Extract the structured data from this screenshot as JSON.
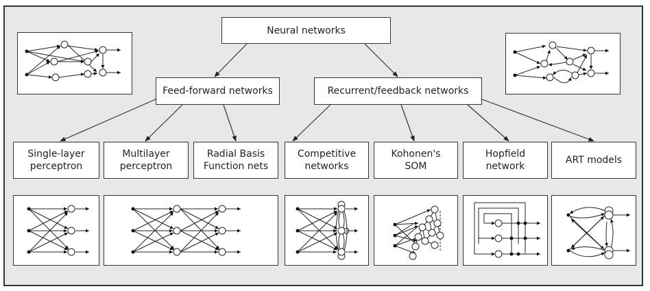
{
  "diagram": {
    "root": {
      "label": "Neural networks"
    },
    "categories": [
      {
        "label": "Feed-forward networks"
      },
      {
        "label": "Recurrent/feedback networks"
      }
    ],
    "leaves": [
      {
        "label": "Single-layer\nperceptron",
        "parent": "Feed-forward networks"
      },
      {
        "label": "Multilayer\nperceptron",
        "parent": "Feed-forward networks"
      },
      {
        "label": "Radial Basis\nFunction nets",
        "parent": "Feed-forward networks"
      },
      {
        "label": "Competitive\nnetworks",
        "parent": "Recurrent/feedback networks"
      },
      {
        "label": "Kohonen's\nSOM",
        "parent": "Recurrent/feedback networks"
      },
      {
        "label": "Hopfield\nnetwork",
        "parent": "Recurrent/feedback networks"
      },
      {
        "label": "ART models",
        "parent": "Recurrent/feedback networks"
      }
    ],
    "illustrations": [
      {
        "name": "feed-forward-example",
        "depicts": "generic feed-forward network"
      },
      {
        "name": "recurrent-example",
        "depicts": "generic recurrent network"
      },
      {
        "name": "single-layer-perceptron",
        "depicts": "3 inputs fully connected to 3 output nodes"
      },
      {
        "name": "multilayer-perceptron",
        "depicts": "3 inputs, 3 hidden, 3 outputs (shared by MLP and RBF)"
      },
      {
        "name": "competitive-network",
        "depicts": "3 inputs to 3 mutually connected output nodes"
      },
      {
        "name": "kohonen-som",
        "depicts": "3 inputs to 2D grid of nodes"
      },
      {
        "name": "hopfield-network",
        "depicts": "3 nodes with feedback loops"
      },
      {
        "name": "art-model",
        "depicts": "2 input nodes and 2 output nodes with bidirectional links"
      }
    ]
  }
}
